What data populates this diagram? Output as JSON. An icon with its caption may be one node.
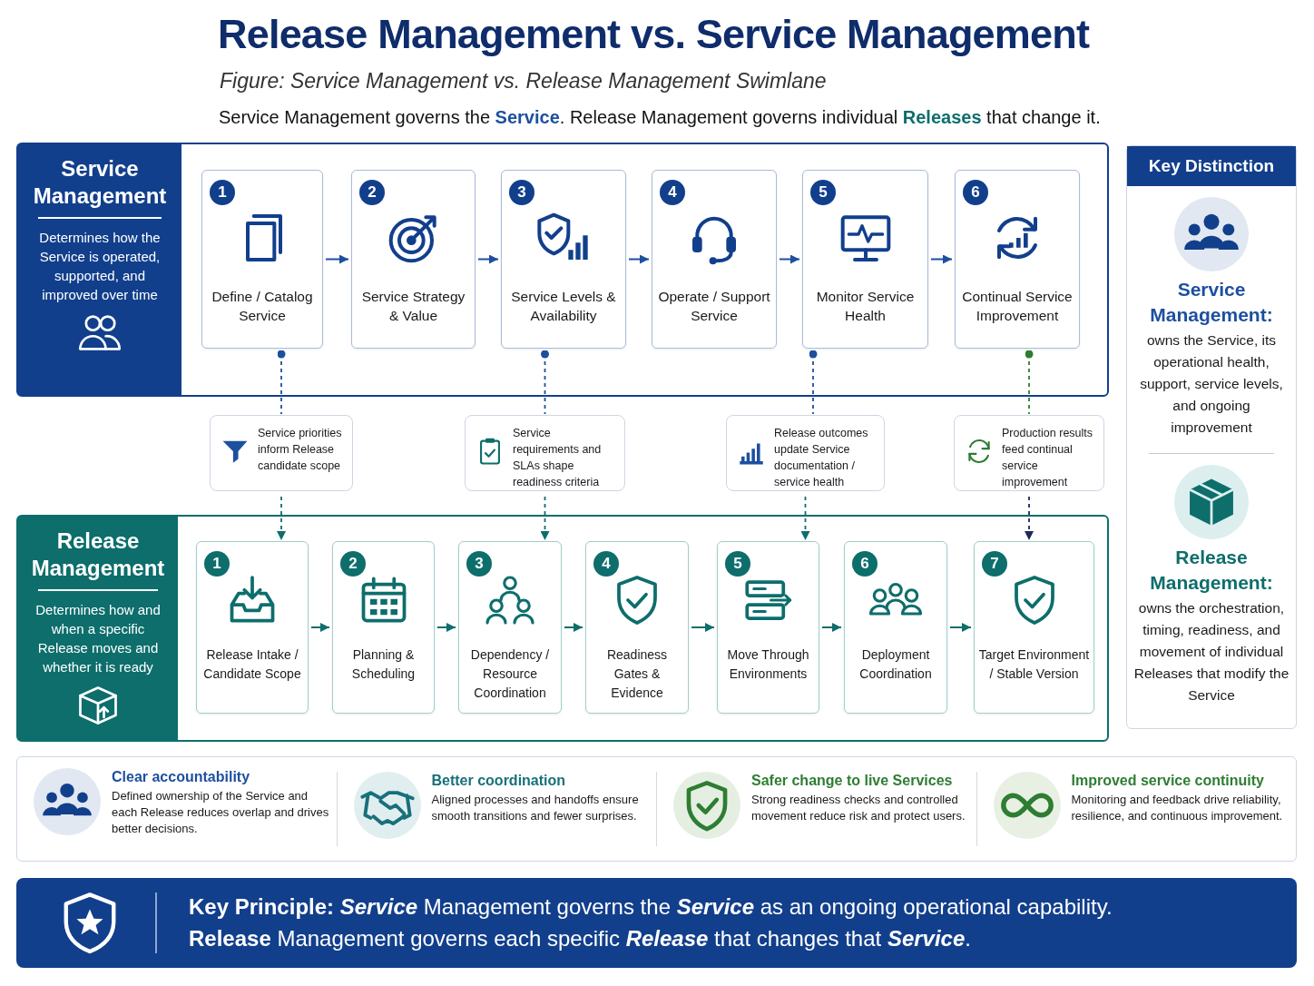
{
  "diagram": {
    "title": "Release Management vs. Service Management",
    "caption": "Figure: Service Management vs. Release Management Swimlane",
    "labels": [
      "Service Management governs the **Service**. Release Management governs individual **Releases** that change it."
    ],
    "nodes": [
      {
        "text": [
          "Service Management",
          "Determines how the Service is operated, supported, and improved over time"
        ]
      },
      {
        "text": [
          "1",
          "Define / Catalog Service"
        ],
        "in": 0
      },
      {
        "text": [
          "2",
          "Service Strategy & Value"
        ],
        "in": 0
      },
      {
        "text": [
          "3",
          "Service Levels & Availability"
        ],
        "in": 0
      },
      {
        "text": [
          "4",
          "Operate / Support Service"
        ],
        "in": 0
      },
      {
        "text": [
          "5",
          "Monitor Service Health"
        ],
        "in": 0
      },
      {
        "text": [
          "6",
          "Continual Service Improvement"
        ],
        "in": 0
      },
      {
        "text": [
          "Release Management",
          "Determines how and when a specific Release moves and whether it is ready"
        ]
      },
      {
        "text": [
          "1",
          "Release Intake / Candidate Scope"
        ],
        "in": 7
      },
      {
        "text": [
          "2",
          "Planning & Scheduling"
        ],
        "in": 7
      },
      {
        "text": [
          "3",
          "Dependency / Resource Coordination"
        ],
        "in": 7
      },
      {
        "text": [
          "4",
          "Readiness Gates & Evidence"
        ],
        "in": 7
      },
      {
        "text": [
          "5",
          "Move Through Environments"
        ],
        "in": 7
      },
      {
        "text": [
          "6",
          "Deployment Coordination"
        ],
        "in": 7
      },
      {
        "text": [
          "7",
          "Target Environment / Stable Version"
        ],
        "in": 7
      },
      {
        "text": [
          "Service priorities inform Release candidate scope"
        ]
      },
      {
        "text": [
          "Service requirements and SLAs shape readiness criteria"
        ]
      },
      {
        "text": [
          "Release outcomes update Service documentation / service health"
        ]
      },
      {
        "text": [
          "Production results feed continual service improvement"
        ]
      },
      {
        "text": [
          "Key Distinction",
          "Service Management:",
          "owns the Service, its operational health, support, service levels, and ongoing improvement",
          "Release Management:",
          "owns the orchestration, timing, readiness, and movement of individual Releases that modify the Service"
        ]
      },
      {
        "text": [
          "Clear accountability",
          "Defined ownership of the Service and each Release reduces overlap and drives better decisions.",
          "Better coordination",
          "Aligned processes and handoffs ensure smooth transitions and fewer surprises.",
          "Safer change to live Services",
          "Strong readiness checks and controlled movement reduce risk and protect users.",
          "Improved service continuity",
          "Monitoring and feedback drive reliability, resilience, and continuous improvement."
        ]
      },
      {
        "text": [
          "**Key Principle:**  *Service* Management governs the *Service* as an ongoing operational capability.",
          "**Release** Management governs each specific *Release* that changes that *Service*."
        ]
      }
    ],
    "edges": [
      {
        "from": 1,
        "to": 2,
        "arrow": "to"
      },
      {
        "from": 2,
        "to": 3,
        "arrow": "to"
      },
      {
        "from": 3,
        "to": 4,
        "arrow": "to"
      },
      {
        "from": 4,
        "to": 5,
        "arrow": "to"
      },
      {
        "from": 5,
        "to": 6,
        "arrow": "to"
      },
      {
        "from": 8,
        "to": 9,
        "arrow": "to",
        "color": "#0d6e6c"
      },
      {
        "from": 9,
        "to": 10,
        "arrow": "to",
        "color": "#0d6e6c"
      },
      {
        "from": 10,
        "to": 11,
        "arrow": "to",
        "color": "#0d6e6c"
      },
      {
        "from": 11,
        "to": 12,
        "arrow": "to",
        "color": "#0d6e6c"
      },
      {
        "from": 12,
        "to": 13,
        "arrow": "to",
        "color": "#0d6e6c"
      },
      {
        "from": 13,
        "to": 14,
        "arrow": "to",
        "color": "#0d6e6c"
      },
      {
        "from": 1,
        "to": 15,
        "arrow": "other",
        "style": "dashed"
      },
      {
        "from": 15,
        "to": 8,
        "arrow": "to",
        "style": "dashed",
        "color": "#0d6e6c"
      },
      {
        "from": 3,
        "to": 16,
        "arrow": "other",
        "style": "dashed"
      },
      {
        "from": 16,
        "to": 10,
        "arrow": "to",
        "style": "dashed",
        "color": "#0d6e6c"
      },
      {
        "from": 5,
        "to": 17,
        "arrow": "other",
        "style": "dashed"
      },
      {
        "from": 17,
        "to": 12,
        "arrow": "to",
        "style": "dashed",
        "color": "#0d6e6c"
      },
      {
        "from": 6,
        "to": 18,
        "arrow": "other",
        "style": "dashed",
        "color": "#2e7d32"
      },
      {
        "from": 18,
        "to": 14,
        "arrow": "to",
        "style": "dashed",
        "color": "#1b2a5a"
      }
    ]
  }
}
